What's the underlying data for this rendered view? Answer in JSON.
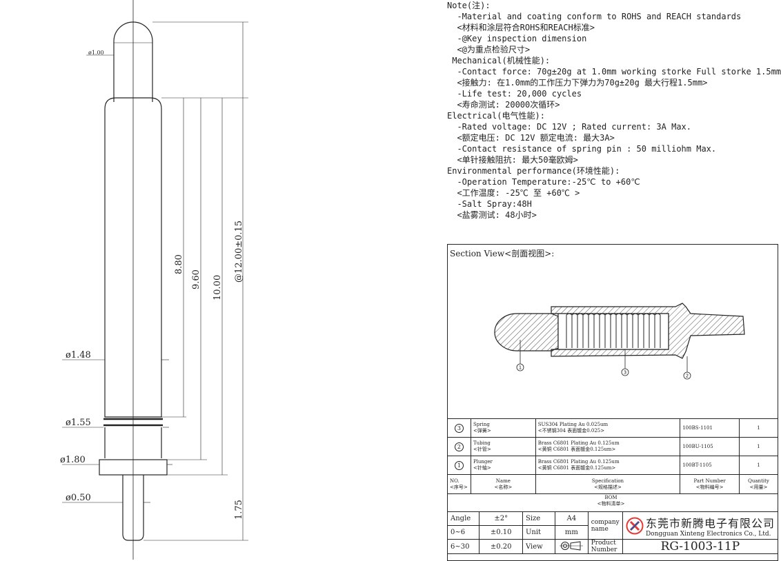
{
  "dims": {
    "d_tip": "ø1.00",
    "d_barrel": "ø1.48",
    "d_ring": "ø1.55",
    "d_flange": "ø1.80",
    "d_tail": "ø0.50",
    "l_880": "8.80",
    "l_960": "9.60",
    "l_1000": "10.00",
    "l_total": "@12.00±0.15",
    "l_tail": "1.75"
  },
  "notes": [
    "Note(注):",
    "  -Material and coating conform to ROHS and REACH standards",
    "  <材料和涂层符合ROHS和REACH标准>",
    "  -@Key inspection dimension",
    "  <@为重点检验尺寸>",
    " Mechanical(机械性能):",
    "  -Contact force: 70g±20g at 1.0mm working storke Full storke 1.5mm",
    "  <接触力: 在1.0mm的工作压力下弹力为70g±20g 最大行程1.5mm>",
    "  -Life test: 20,000 cycles",
    "  <寿命测试: 20000次循环>",
    "Electrical(电气性能):",
    "  -Rated voltage: DC 12V ; Rated current: 3A Max.",
    "  <额定电压: DC 12V 额定电流: 最大3A>",
    "  -Contact resistance of spring pin : 50 milliohm Max.",
    "  <单针接触阻抗: 最大50毫欧姆>",
    "Environmental performance(环境性能):",
    "  -Operation Temperature:-25℃ to +60℃",
    "  <工作温度: -25℃ 至 +60℃ >",
    "  -Salt Spray:48H",
    "  <盐雾测试: 48小时>"
  ],
  "section": {
    "title": "Section View<剖面视图>:",
    "callouts": [
      "1",
      "3",
      "2"
    ]
  },
  "bom": {
    "rows": [
      {
        "no": "3",
        "name": "Spring",
        "name_cn": "<弹簧>",
        "spec": "SUS304 Plating Au 0.025um",
        "spec_cn": "<不锈钢304 表面镀金0.025>",
        "part": "100BS-1101",
        "qty": "1"
      },
      {
        "no": "2",
        "name": "Tubing",
        "name_cn": "<针管>",
        "spec": "Brass C6801 Plating Au 0.125um",
        "spec_cn": "<黄铜 C6801 表面镀金0.125um>",
        "part": "100BU-1105",
        "qty": "1"
      },
      {
        "no": "1",
        "name": "Plunger",
        "name_cn": "<针轴>",
        "spec": "Brass C6801 Plating Au 0.125um",
        "spec_cn": "<黄铜 C6801 表面镀金0.125um>",
        "part": "100BT-1105",
        "qty": "1"
      }
    ],
    "header": {
      "no": "NO.",
      "no_cn": "<序号>",
      "name": "Name",
      "name_cn": "<名称>",
      "spec": "Specification",
      "spec_cn": "<规格描述>",
      "part": "Part Number",
      "part_cn": "<物料编号>",
      "qty": "Quantity",
      "qty_cn": "<用量>"
    },
    "caption": "BOM",
    "caption_cn": "<物料清单>"
  },
  "title_block": {
    "angle_label": "Angle",
    "angle_tol": "±2°",
    "size_label": "Size",
    "size_value": "A4",
    "company_label": "company name",
    "company_cn": "东莞市新腾电子有限公司",
    "company_en": "Dongguan Xinteng Electronics Co., Ltd.",
    "r2_range": "0~6",
    "r2_tol": "±0.10",
    "unit_label": "Unit",
    "unit_value": "mm",
    "r3_range": "6~30",
    "r3_tol": "±0.20",
    "view_label": "View",
    "product_label": "Product Number",
    "product_number": "RG-1003-11P",
    "colors": {
      "logo_red": "#e53935",
      "logo_blue": "#1e5aa8",
      "highlight": "#7fb0e8"
    }
  }
}
